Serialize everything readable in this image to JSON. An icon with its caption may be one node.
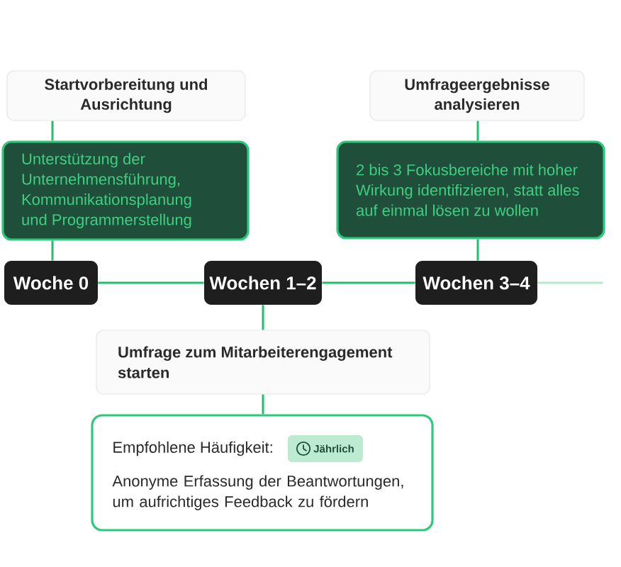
{
  "diagram": {
    "nodes": [
      {
        "text": [
          "Startvorbereitung und Ausrichtung"
        ]
      },
      {
        "text": [
          "Umfrageergebnisse analysieren"
        ]
      },
      {
        "text": [
          "Unterstützung der Unternehmensführung, Kommunikationsplanung und Programmerstellung"
        ]
      },
      {
        "text": [
          "2 bis 3 Fokusbereiche mit hoher Wirkung identifizieren, statt alles auf einmal lösen zu wollen"
        ]
      },
      {
        "text": [
          "Woche 0"
        ]
      },
      {
        "text": [
          "Wochen 1–2"
        ]
      },
      {
        "text": [
          "Wochen 3–4"
        ]
      },
      {
        "text": [
          "Umfrage zum Mitarbeiterengagement starten"
        ]
      },
      {
        "text": [
          "Empfohlene Häufigkeit:",
          "Anonyme Erfassung der Beantwortungen, um aufrichtiges Feedback zu fördern"
        ]
      },
      {
        "text": [
          "Jährlich"
        ],
        "in": 8
      }
    ],
    "edges": [
      {
        "from": 0,
        "to": 2,
        "arrow": "none"
      },
      {
        "from": 1,
        "to": 3,
        "arrow": "none"
      },
      {
        "from": 2,
        "to": 4,
        "arrow": "none"
      },
      {
        "from": 3,
        "to": 6,
        "arrow": "none"
      },
      {
        "from": 4,
        "to": 5,
        "arrow": "none"
      },
      {
        "from": 5,
        "to": 6,
        "arrow": "none"
      },
      {
        "from": 6,
        "to": null,
        "arrow": "none",
        "color": "#b5eacb"
      },
      {
        "from": 5,
        "to": 7,
        "arrow": "none"
      },
      {
        "from": 7,
        "to": 8,
        "arrow": "none"
      }
    ]
  }
}
